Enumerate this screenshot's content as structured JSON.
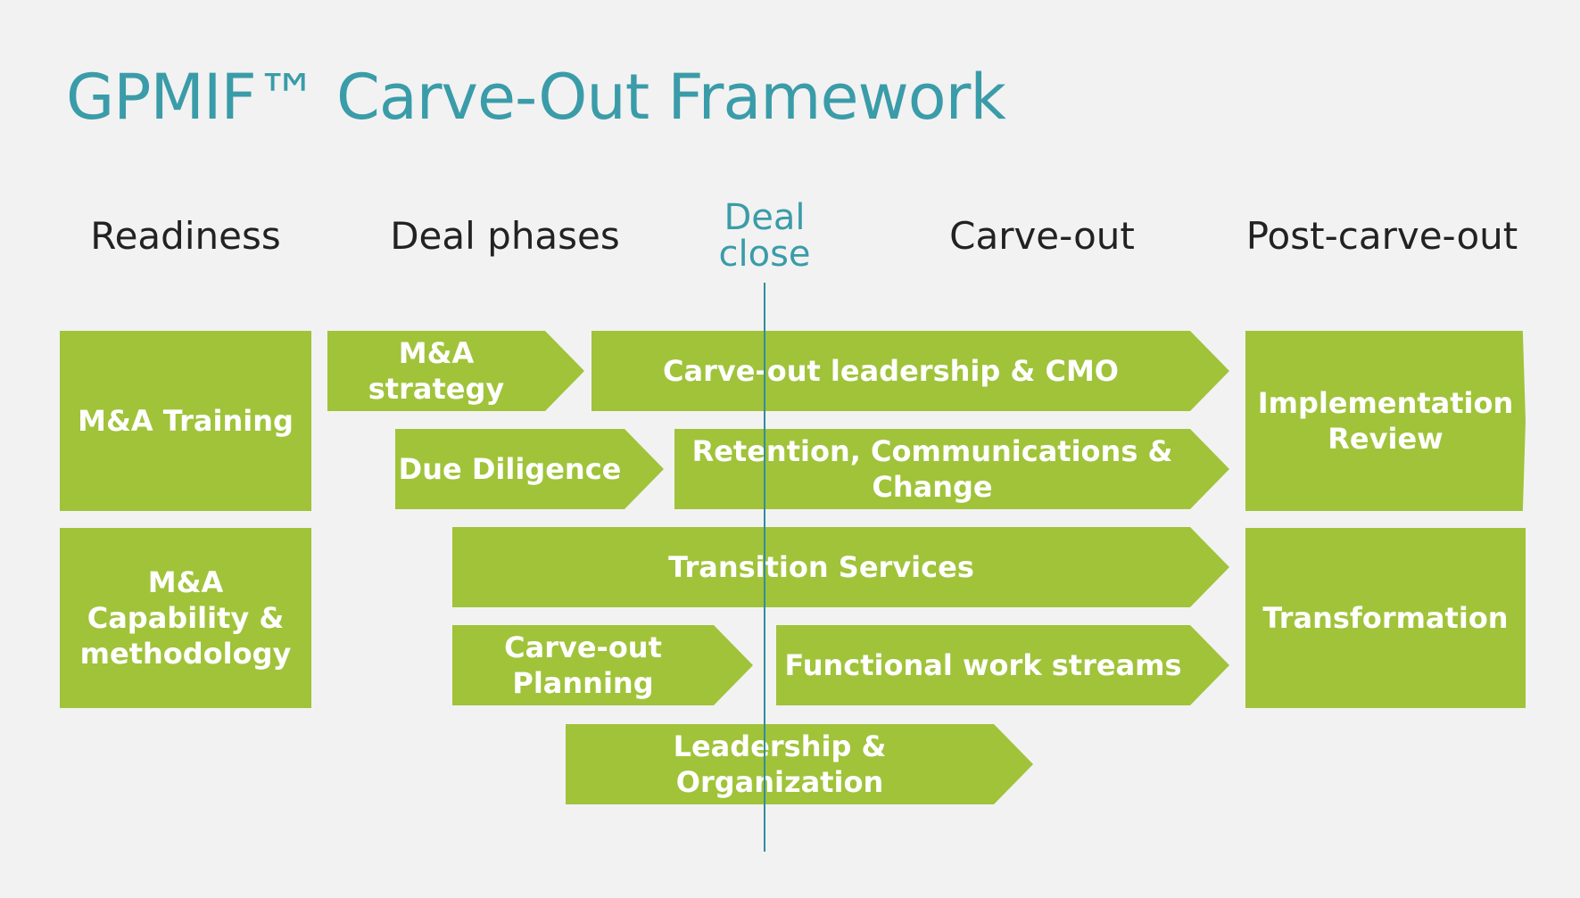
{
  "title": "GPMIF™ Carve-Out Framework",
  "phases": {
    "readiness": "Readiness",
    "deal_phases": "Deal phases",
    "deal_close_line1": "Deal",
    "deal_close_line2": "close",
    "carve_out": "Carve-out",
    "post_carve_out": "Post-carve-out"
  },
  "boxes": {
    "ma_training": "M&A Training",
    "ma_capability_1": "M&A",
    "ma_capability_2": "Capability &",
    "ma_capability_3": "methodology",
    "ma_strategy": "M&A strategy",
    "carve_out_leadership": "Carve-out leadership & CMO",
    "due_diligence": "Due Diligence",
    "retention_1": "Retention, Communications &",
    "retention_2": "Change",
    "transition_services": "Transition Services",
    "carve_out_planning_1": "Carve-out",
    "carve_out_planning_2": "Planning",
    "functional_work_streams": "Functional work streams",
    "leadership_org": "Leadership & Organization",
    "implementation_review_1": "Implementation",
    "implementation_review_2": "Review",
    "transformation": "Transformation"
  },
  "colors": {
    "box_green": "#a0c33a",
    "title_teal": "#3a9ca8",
    "deal_line": "#2f8f9d",
    "background": "#f2f2f2"
  }
}
